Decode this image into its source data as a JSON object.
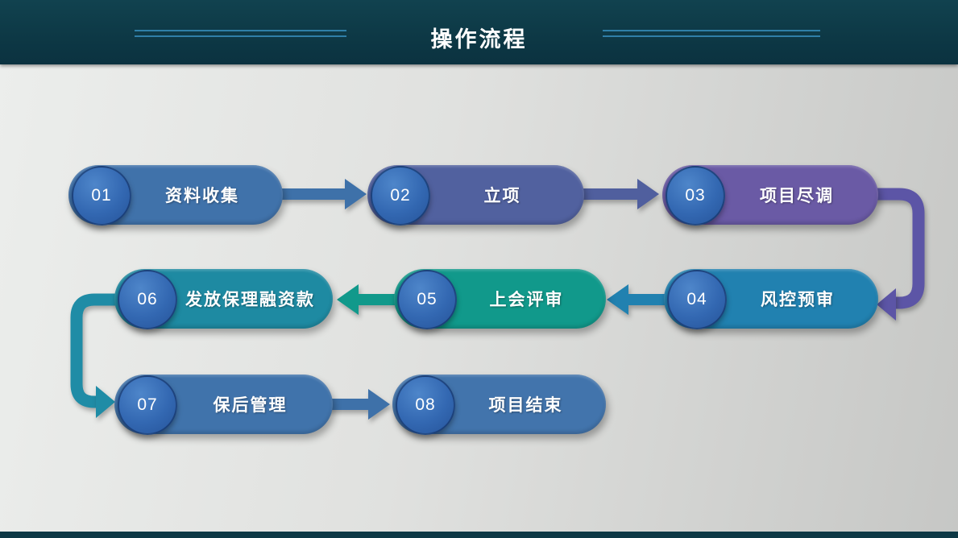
{
  "header": {
    "title": "操作流程",
    "bar_color": "#0d3845",
    "accent_line_color": "#2f7fa8",
    "title_color": "#ffffff"
  },
  "background": {
    "gradient_start": "#eceeec",
    "gradient_end": "#c6c7c5"
  },
  "footer": {
    "bar_color": "#0d3845"
  },
  "badge": {
    "fill_top": "#4e86ca",
    "fill_bottom": "#26549a",
    "text_color": "#ffffff"
  },
  "steps": [
    {
      "num": "01",
      "label": "资料收集",
      "color": "#4072aa"
    },
    {
      "num": "02",
      "label": "立项",
      "color": "#51619f"
    },
    {
      "num": "03",
      "label": "项目尽调",
      "color": "#6a5aa5"
    },
    {
      "num": "04",
      "label": "风控预审",
      "color": "#2181b0"
    },
    {
      "num": "05",
      "label": "上会评审",
      "color": "#11998b"
    },
    {
      "num": "06",
      "label": "发放保理融资款",
      "color": "#1e8aa2"
    },
    {
      "num": "07",
      "label": "保后管理",
      "color": "#4073ab"
    },
    {
      "num": "08",
      "label": "项目结束",
      "color": "#4274ac"
    }
  ],
  "arrows": {
    "a12": {
      "from": "01",
      "to": "02",
      "direction": "right",
      "color": "#3e71a9"
    },
    "a23": {
      "from": "02",
      "to": "03",
      "direction": "right",
      "color": "#505f9e"
    },
    "e34": {
      "from": "03",
      "to": "04",
      "direction": "elbow-down-left",
      "color": "#5c55a6"
    },
    "a45": {
      "from": "04",
      "to": "05",
      "direction": "left",
      "color": "#2181b0"
    },
    "a56": {
      "from": "05",
      "to": "06",
      "direction": "left",
      "color": "#11998b"
    },
    "e67": {
      "from": "06",
      "to": "07",
      "direction": "elbow-down-right",
      "color": "#1f8ca6"
    },
    "a78": {
      "from": "07",
      "to": "08",
      "direction": "right",
      "color": "#3e71a9"
    }
  }
}
